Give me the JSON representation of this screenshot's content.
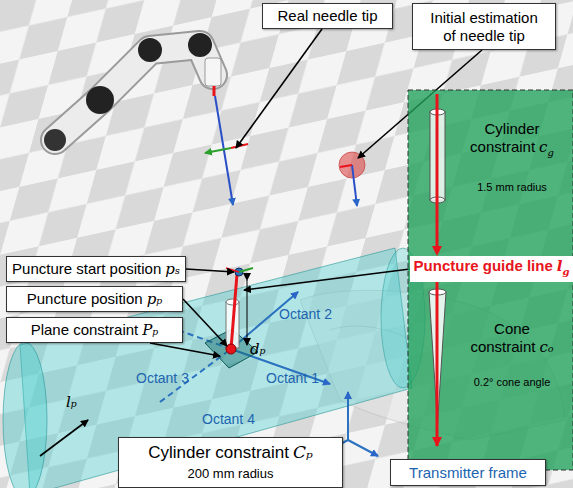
{
  "diagram": {
    "nodes": [
      {
        "text": [
          "Real needle tip"
        ]
      },
      {
        "text": [
          "Initial estimation of needle tip"
        ]
      },
      {
        "text": [
          "Cylinder constraint",
          "c",
          "g",
          "1.5 mm radius"
        ]
      },
      {
        "text": [
          "Puncture start position",
          "pₛ"
        ]
      },
      {
        "text": [
          "Puncture position",
          "pₚ"
        ]
      },
      {
        "text": [
          "Plane constraint",
          "Pₚ"
        ]
      },
      {
        "text": [
          "Puncture guide line",
          "l",
          "g"
        ]
      },
      {
        "text": [
          "Cone constraint",
          "cₒ",
          "0.2° cone angle"
        ]
      },
      {
        "text": [
          "Cylinder constraint",
          "Cₚ",
          "200 mm radius"
        ]
      },
      {
        "text": [
          "Transmitter frame"
        ]
      }
    ],
    "edges": [
      {
        "from": 2,
        "to": 6,
        "arrow": "to"
      },
      {
        "from": 6,
        "to": 7,
        "arrow": "none"
      }
    ],
    "labels": [
      "Octant 2",
      "Octant 3",
      "Octant 1",
      "Octant 4",
      "dₚ",
      "lₚ"
    ]
  }
}
